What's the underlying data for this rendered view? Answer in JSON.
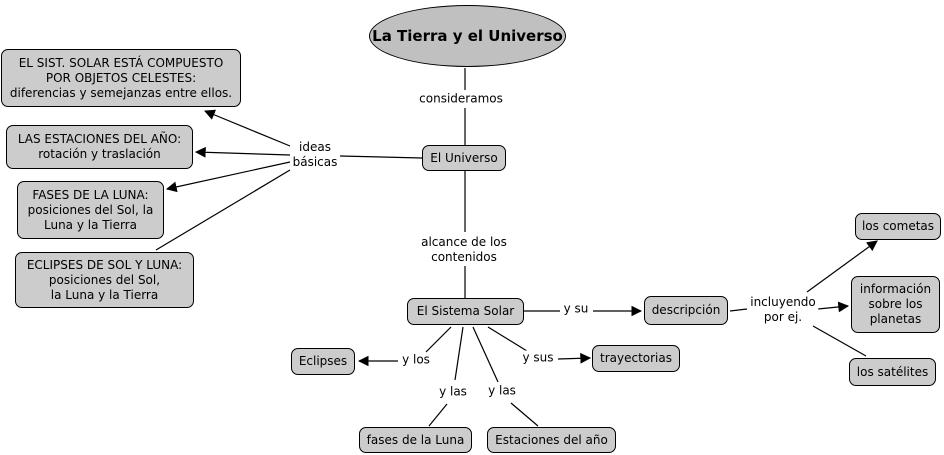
{
  "map": {
    "root": "La Tierra y el Universo",
    "nodes": {
      "universo": "El Universo",
      "compuesto": "EL SIST. SOLAR ESTÁ COMPUESTO\nPOR OBJETOS CELESTES:\ndiferencias y semejanzas entre ellos.",
      "estaciones_idea": "LAS ESTACIONES DEL AÑO:\nrotación y traslación",
      "fases_idea": "FASES DE LA LUNA:\nposiciones del Sol, la\nLuna y la Tierra",
      "eclipses_idea": "ECLIPSES DE SOL Y LUNA:\nposiciones del Sol,\nla Luna y la Tierra",
      "sistema_solar": "El Sistema Solar",
      "descripcion": "descripción",
      "cometas": "los cometas",
      "planetas": "información\nsobre los\nplanetas",
      "satelites": "los satélites",
      "trayectorias": "trayectorias",
      "eclipses": "Eclipses",
      "fases": "fases de la Luna",
      "estaciones": "Estaciones del año"
    },
    "links": {
      "consideramos": "consideramos",
      "ideas_basicas": "ideas\nbásicas",
      "alcance": "alcance de los\ncontenidos",
      "y_su": "y su",
      "incluyendo": "incluyendo\npor ej.",
      "y_sus": "y sus",
      "y_los": "y los",
      "y_las_1": "y las",
      "y_las_2": "y las"
    }
  }
}
